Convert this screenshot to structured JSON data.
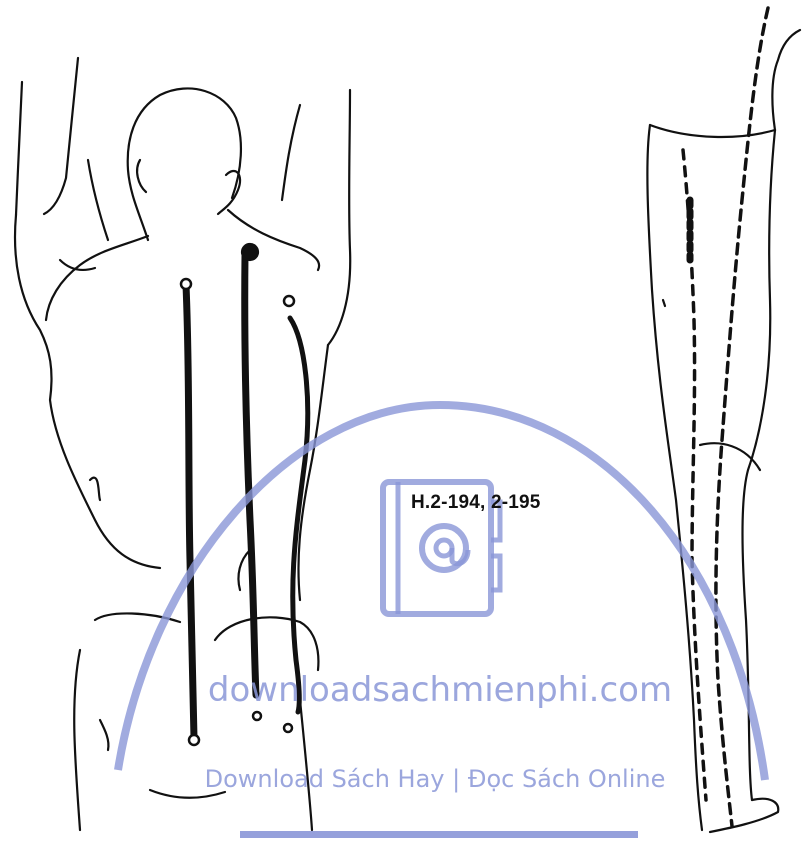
{
  "figure": {
    "caption": "H.2-194, 2-195"
  },
  "watermark": {
    "site": "downloadsachmienphi.com",
    "tagline": "Download Sách Hay | Đọc Sách Online",
    "icon": "notebook-at-icon",
    "color": "#8a96d7"
  }
}
